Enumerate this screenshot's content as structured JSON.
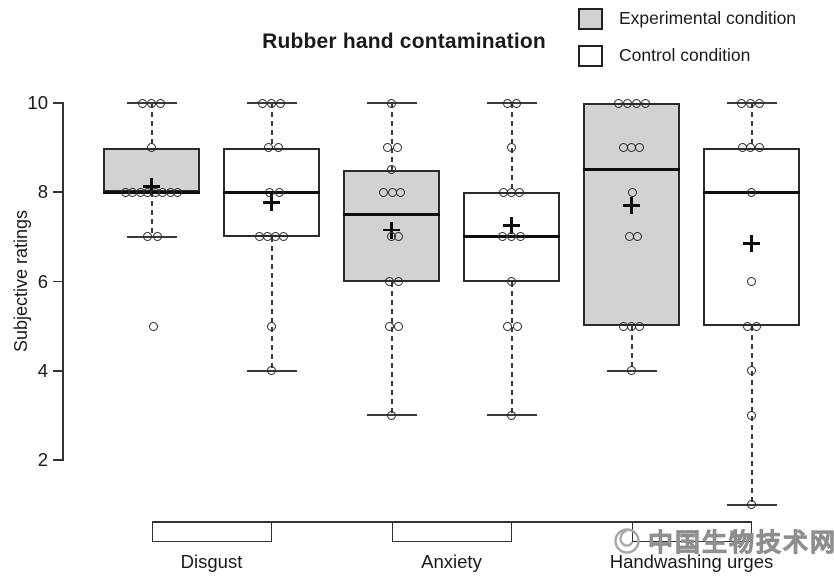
{
  "title": "Rubber hand contamination",
  "legend": {
    "items": [
      {
        "label": "Experimental condition",
        "fill": "#d2d2d2"
      },
      {
        "label": "Control condition",
        "fill": "#ffffff"
      }
    ]
  },
  "watermark": {
    "text": "中国生物技术网",
    "logo": "swirl-logo"
  },
  "colors": {
    "box_fill_experimental": "#d2d2d2",
    "box_fill_control": "#ffffff",
    "stroke": "#2b2b2b"
  },
  "chart_data": {
    "type": "boxplot",
    "title": "Rubber hand contamination",
    "xlabel": "",
    "ylabel": "Subjective ratings",
    "ylim": [
      0.8,
      10.4
    ],
    "yticks": [
      2,
      4,
      6,
      8,
      10
    ],
    "grid": false,
    "legend_position": "top-right",
    "groups": [
      "Disgust",
      "Anxiety",
      "Handwashing urges"
    ],
    "boxes": [
      {
        "group": "Disgust",
        "condition": "Experimental condition",
        "fill": "#d2d2d2",
        "q1": 8,
        "median": 8,
        "q3": 9,
        "mean": 8.13,
        "whisker_low": 7,
        "whisker_high": 10,
        "points": [
          [
            10,
            -9
          ],
          [
            10,
            0
          ],
          [
            10,
            9
          ],
          [
            9,
            0
          ],
          [
            8,
            -26
          ],
          [
            8,
            -18.6
          ],
          [
            8,
            -11.1
          ],
          [
            8,
            -3.7
          ],
          [
            8,
            3.7
          ],
          [
            8,
            11.1
          ],
          [
            8,
            18.6
          ],
          [
            8,
            26
          ],
          [
            7,
            -4
          ],
          [
            7,
            6
          ],
          [
            5,
            2
          ]
        ]
      },
      {
        "group": "Disgust",
        "condition": "Control condition",
        "fill": "#ffffff",
        "q1": 7,
        "median": 8,
        "q3": 9,
        "mean": 7.77,
        "whisker_low": 4,
        "whisker_high": 10,
        "points": [
          [
            10,
            -9
          ],
          [
            10,
            0
          ],
          [
            10,
            9
          ],
          [
            9,
            -3
          ],
          [
            9,
            7
          ],
          [
            8,
            -2
          ],
          [
            8,
            8
          ],
          [
            7,
            -12
          ],
          [
            7,
            -4
          ],
          [
            7,
            4
          ],
          [
            7,
            12
          ],
          [
            5,
            0
          ],
          [
            4,
            0
          ]
        ]
      },
      {
        "group": "Anxiety",
        "condition": "Experimental condition",
        "fill": "#d2d2d2",
        "q1": 6,
        "median": 7.5,
        "q3": 8.5,
        "mean": 7.15,
        "whisker_low": 3,
        "whisker_high": 10,
        "points": [
          [
            10,
            0
          ],
          [
            9,
            -4
          ],
          [
            9,
            6
          ],
          [
            8.5,
            0
          ],
          [
            8,
            -8
          ],
          [
            8,
            1
          ],
          [
            8,
            9
          ],
          [
            7,
            0
          ],
          [
            7,
            7
          ],
          [
            6,
            -2
          ],
          [
            6,
            7
          ],
          [
            5,
            -2
          ],
          [
            5,
            7
          ],
          [
            3,
            0
          ]
        ]
      },
      {
        "group": "Anxiety",
        "condition": "Control condition",
        "fill": "#ffffff",
        "q1": 6,
        "median": 7,
        "q3": 8,
        "mean": 7.25,
        "whisker_low": 3,
        "whisker_high": 10,
        "points": [
          [
            10,
            -4
          ],
          [
            10,
            5
          ],
          [
            9,
            0
          ],
          [
            8,
            -8
          ],
          [
            8,
            0
          ],
          [
            8,
            8
          ],
          [
            7,
            -9
          ],
          [
            7,
            0
          ],
          [
            7,
            9
          ],
          [
            6,
            0
          ],
          [
            5,
            -4
          ],
          [
            5,
            6
          ],
          [
            3,
            0
          ]
        ]
      },
      {
        "group": "Handwashing urges",
        "condition": "Experimental condition",
        "fill": "#d2d2d2",
        "q1": 5,
        "median": 8.5,
        "q3": 10,
        "mean": 7.7,
        "whisker_low": 4,
        "whisker_high": 10,
        "points": [
          [
            10,
            -13
          ],
          [
            10,
            -4
          ],
          [
            10,
            5
          ],
          [
            10,
            14
          ],
          [
            9,
            -8
          ],
          [
            9,
            0
          ],
          [
            9,
            8
          ],
          [
            8,
            1
          ],
          [
            7,
            -2
          ],
          [
            7,
            6
          ],
          [
            5,
            -8
          ],
          [
            5,
            0
          ],
          [
            5,
            8
          ],
          [
            4,
            0
          ]
        ]
      },
      {
        "group": "Handwashing urges",
        "condition": "Control condition",
        "fill": "#ffffff",
        "q1": 5,
        "median": 8,
        "q3": 9,
        "mean": 6.85,
        "whisker_low": 1,
        "whisker_high": 10,
        "points": [
          [
            10,
            -10
          ],
          [
            10,
            -1
          ],
          [
            10,
            8
          ],
          [
            9,
            -9
          ],
          [
            9,
            -1
          ],
          [
            9,
            8
          ],
          [
            8,
            0
          ],
          [
            6,
            0
          ],
          [
            5,
            -4
          ],
          [
            5,
            5
          ],
          [
            4,
            0
          ],
          [
            3,
            0
          ],
          [
            1,
            0
          ]
        ]
      }
    ]
  }
}
